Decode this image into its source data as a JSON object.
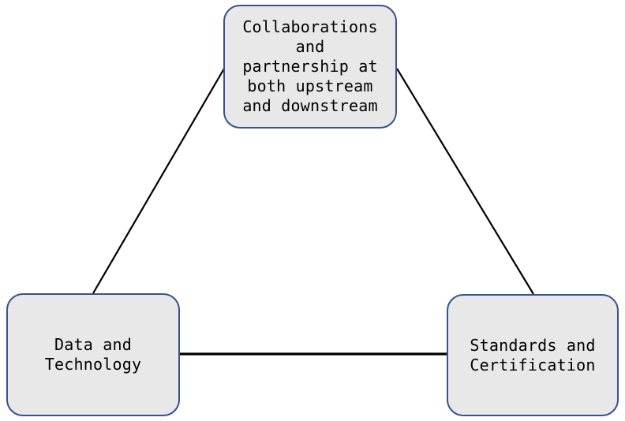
{
  "diagram": {
    "nodes": {
      "top": {
        "label": "Collaborations\nand\npartnership at\nboth upstream\nand downstream"
      },
      "bottom_left": {
        "label": "Data and\nTechnology"
      },
      "bottom_right": {
        "label": "Standards and\nCertification"
      }
    },
    "connectors": [
      {
        "from": "top",
        "to": "bottom_left"
      },
      {
        "from": "top",
        "to": "bottom_right"
      },
      {
        "from": "bottom_left",
        "to": "bottom_right"
      }
    ],
    "colors": {
      "background": "#ffffff",
      "node_fill": "#e8e8e8",
      "node_border": "#36538e",
      "connector": "#000000",
      "text": "#000000"
    }
  }
}
